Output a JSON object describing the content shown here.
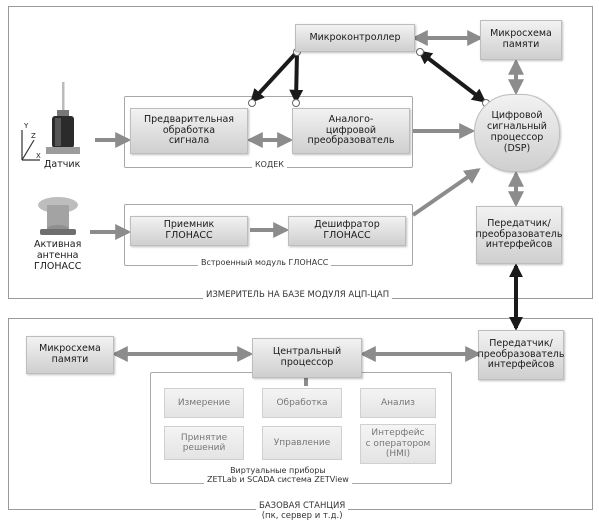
{
  "measurer": {
    "microcontroller": "Микроконтроллер",
    "memory_chip": "Микросхема\nпамяти",
    "dsp": "Цифровой\nсигнальный\nпроцессор\n(DSP)",
    "preprocessing": "Предварительная\nобработка\nсигнала",
    "adc": "Аналого-\nцифровой\nпреобразователь",
    "codec_label": "КОДЕК",
    "sensor_label": "Датчик",
    "antenna_label": "Активная\nантенна\nГЛОНАСС",
    "receiver": "Приемник\nГЛОНАСС",
    "decoder": "Дешифратор\nГЛОНАСС",
    "glonass_module_label": "Встроенный модуль ГЛОНАСС",
    "transmitter": "Передатчик/\nпреобразователь\nинтерфейсов",
    "panel_label": "ИЗМЕРИТЕЛЬ НА БАЗЕ МОДУЛЯ АЦП-ЦАП",
    "axes": {
      "x": "X",
      "y": "Y",
      "z": "Z"
    }
  },
  "base_station": {
    "memory_chip": "Микросхема\nпамяти",
    "cpu": "Центральный\nпроцессор",
    "transmitter": "Передатчик/\nпреобразователь\nинтерфейсов",
    "functions": {
      "measurement": "Измерение",
      "processing": "Обработка",
      "analysis": "Анализ",
      "decision": "Принятие\nрешений",
      "control": "Управление",
      "hmi": "Интерфейс\nс оператором\n(HMI)"
    },
    "virtual_label": "Виртуальные приборы\nZETLab и SCADA система ZETView",
    "panel_label": "БАЗОВАЯ СТАНЦИЯ\n(пк, сервер и т.д.)"
  }
}
